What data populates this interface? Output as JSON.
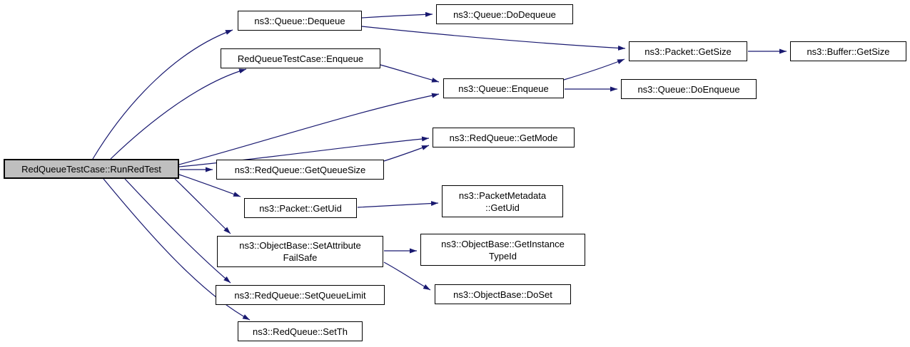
{
  "graph": {
    "type": "doxygen-call-graph",
    "colors": {
      "edge": "#191970",
      "node_border": "#000000",
      "node_fill": "#ffffff",
      "root_fill": "#bfbfbf",
      "background": "#ffffff"
    },
    "root": {
      "label": "RedQueueTestCase::RunRedTest"
    },
    "nodes": [
      {
        "id": "runredtest",
        "label": "RedQueueTestCase::RunRedTest",
        "highlighted": true
      },
      {
        "id": "queue-dequeue",
        "label": "ns3::Queue::Dequeue",
        "highlighted": false
      },
      {
        "id": "redqueuetestcase-enqueue",
        "label": "RedQueueTestCase::Enqueue",
        "highlighted": false
      },
      {
        "id": "queue-dodequeue",
        "label": "ns3::Queue::DoDequeue",
        "highlighted": false
      },
      {
        "id": "packet-getsize",
        "label": "ns3::Packet::GetSize",
        "highlighted": false
      },
      {
        "id": "buffer-getsize",
        "label": "ns3::Buffer::GetSize",
        "highlighted": false
      },
      {
        "id": "queue-enqueue",
        "label": "ns3::Queue::Enqueue",
        "highlighted": false
      },
      {
        "id": "queue-doenqueue",
        "label": "ns3::Queue::DoEnqueue",
        "highlighted": false
      },
      {
        "id": "redqueue-getmode",
        "label": "ns3::RedQueue::GetMode",
        "highlighted": false
      },
      {
        "id": "redqueue-getqueuesize",
        "label": "ns3::RedQueue::GetQueueSize",
        "highlighted": false
      },
      {
        "id": "packet-getuid",
        "label": "ns3::Packet::GetUid",
        "highlighted": false
      },
      {
        "id": "packetmetadata-getuid",
        "label": "ns3::PacketMetadata\n::GetUid",
        "highlighted": false
      },
      {
        "id": "objectbase-setattributefailsafe",
        "label": "ns3::ObjectBase::SetAttribute\nFailSafe",
        "highlighted": false
      },
      {
        "id": "objectbase-getinstancetypeid",
        "label": "ns3::ObjectBase::GetInstance\nTypeId",
        "highlighted": false
      },
      {
        "id": "redqueue-setqueuelimit",
        "label": "ns3::RedQueue::SetQueueLimit",
        "highlighted": false
      },
      {
        "id": "objectbase-doset",
        "label": "ns3::ObjectBase::DoSet",
        "highlighted": false
      },
      {
        "id": "redqueue-setth",
        "label": "ns3::RedQueue::SetTh",
        "highlighted": false
      }
    ],
    "edges": [
      {
        "from": "RedQueueTestCase::RunRedTest",
        "to": "ns3::Queue::Dequeue"
      },
      {
        "from": "RedQueueTestCase::RunRedTest",
        "to": "RedQueueTestCase::Enqueue"
      },
      {
        "from": "RedQueueTestCase::RunRedTest",
        "to": "ns3::Queue::Enqueue"
      },
      {
        "from": "RedQueueTestCase::RunRedTest",
        "to": "ns3::RedQueue::GetMode"
      },
      {
        "from": "RedQueueTestCase::RunRedTest",
        "to": "ns3::RedQueue::GetQueueSize"
      },
      {
        "from": "RedQueueTestCase::RunRedTest",
        "to": "ns3::Packet::GetUid"
      },
      {
        "from": "RedQueueTestCase::RunRedTest",
        "to": "ns3::ObjectBase::SetAttributeFailSafe"
      },
      {
        "from": "RedQueueTestCase::RunRedTest",
        "to": "ns3::RedQueue::SetQueueLimit"
      },
      {
        "from": "RedQueueTestCase::RunRedTest",
        "to": "ns3::RedQueue::SetTh"
      },
      {
        "from": "ns3::Queue::Dequeue",
        "to": "ns3::Queue::DoDequeue"
      },
      {
        "from": "ns3::Queue::Dequeue",
        "to": "ns3::Packet::GetSize"
      },
      {
        "from": "RedQueueTestCase::Enqueue",
        "to": "ns3::Queue::Enqueue"
      },
      {
        "from": "ns3::Queue::Enqueue",
        "to": "ns3::Packet::GetSize"
      },
      {
        "from": "ns3::Queue::Enqueue",
        "to": "ns3::Queue::DoEnqueue"
      },
      {
        "from": "ns3::Packet::GetSize",
        "to": "ns3::Buffer::GetSize"
      },
      {
        "from": "ns3::RedQueue::GetQueueSize",
        "to": "ns3::RedQueue::GetMode"
      },
      {
        "from": "ns3::Packet::GetUid",
        "to": "ns3::PacketMetadata::GetUid"
      },
      {
        "from": "ns3::ObjectBase::SetAttributeFailSafe",
        "to": "ns3::ObjectBase::GetInstanceTypeId"
      },
      {
        "from": "ns3::ObjectBase::SetAttributeFailSafe",
        "to": "ns3::ObjectBase::DoSet"
      }
    ]
  }
}
